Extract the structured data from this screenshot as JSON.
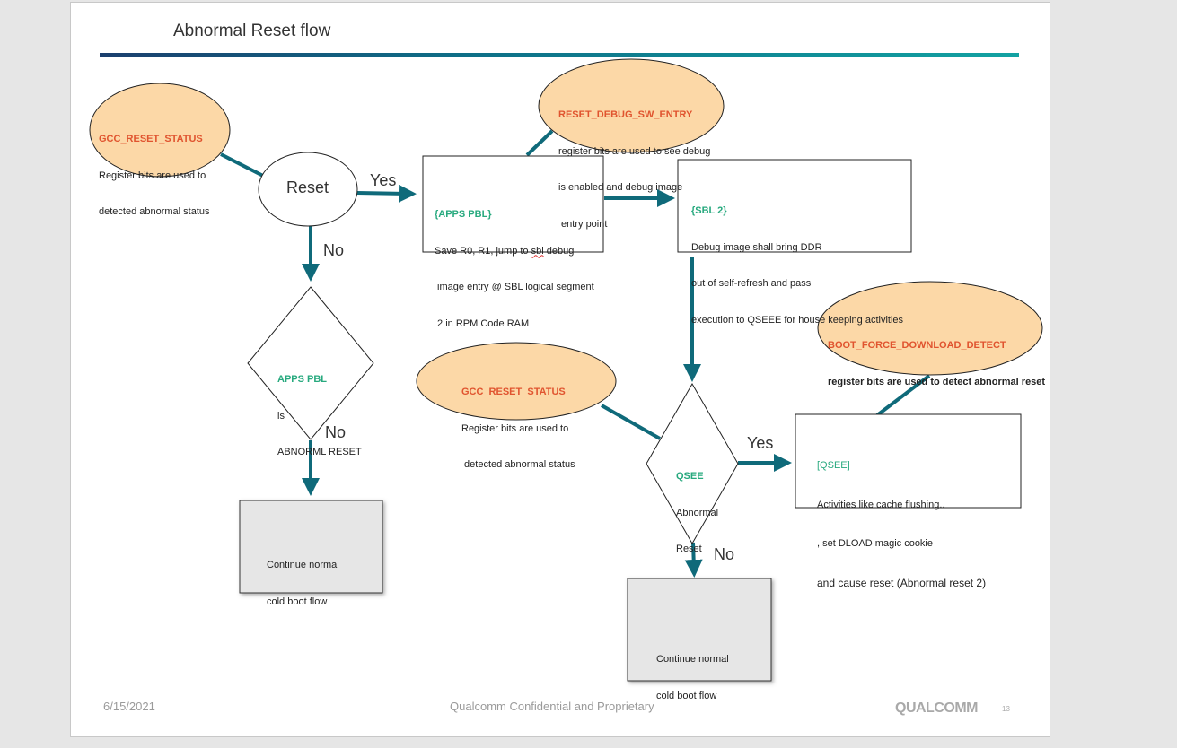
{
  "title": "Abnormal Reset flow",
  "colors": {
    "arrow": "#0f6a7a",
    "ellipse_fill": "#fcd8a7",
    "box_gray": "#e6e6e6",
    "label_red": "#e0542f",
    "label_green": "#27a97e"
  },
  "nodes": {
    "reset_label": "Reset",
    "yes1": "Yes",
    "no1": "No",
    "no2": "No",
    "yes2": "Yes",
    "no3": "No",
    "callout_gcc1": {
      "title": "GCC_RESET_STATUS",
      "line1": "Register bits are used to",
      "line2": "detected abnormal status"
    },
    "callout_debug": {
      "title": "RESET_DEBUG_SW_ENTRY",
      "line1": "register bits are used to see debug",
      "line2": "is enabled and debug image",
      "line3": " entry point"
    },
    "apps_pbl_box": {
      "title": "{APPS PBL}",
      "line1_pre": "Save R0, R1, jump to ",
      "line1_sbl": "sbl",
      "line1_post": " debug",
      "line2": " image entry @ SBL logical segment",
      "line3": " 2 in RPM Code RAM"
    },
    "sbl2_box": {
      "title": "{SBL 2}",
      "line1": "Debug image shall bring DDR",
      "line2": "out of self-refresh and pass",
      "line3": "execution to QSEEE for house keeping activities"
    },
    "decision1": {
      "title": "APPS PBL",
      "line1": "is",
      "line2": "ABNORML RESET"
    },
    "normal1": {
      "line1": "Continue normal",
      "line2": "cold boot flow"
    },
    "callout_bfd": {
      "title": "BOOT_FORCE_DOWNLOAD_DETECT",
      "line1": "register bits are used to detect abnormal reset"
    },
    "callout_gcc2": {
      "title": "GCC_RESET_STATUS",
      "line1": "Register bits are used to",
      "line2": " detected abnormal status"
    },
    "decision2": {
      "title": "QSEE",
      "line1": "Abnormal",
      "line2": "Reset"
    },
    "qsee_box": {
      "title": "[QSEE]",
      "line1": "Activities like cache flushing..",
      "line2": ", set DLOAD magic cookie",
      "line3": "and cause reset (Abnormal reset 2)"
    },
    "normal2": {
      "line1": "Continue normal",
      "line2": "cold boot flow"
    }
  },
  "footer": {
    "date": "6/15/2021",
    "confidential": "Qualcomm Confidential and Proprietary",
    "logo": "QUALCOMM",
    "page": "13"
  }
}
